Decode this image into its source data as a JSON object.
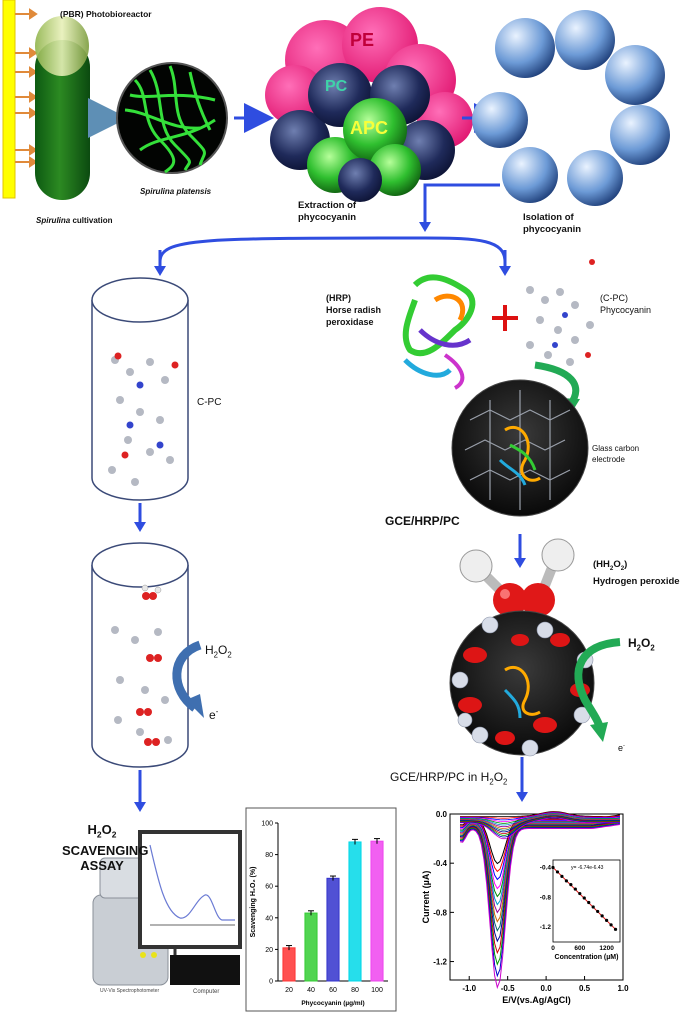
{
  "top": {
    "pbr_label_prefix": "(PBR)",
    "pbr_label_rest": " Photobioreactor",
    "spirulina_italic": "Spirulina",
    "cultivation_rest": " cultivation",
    "spirulina_platensis": "Spirulina platensis",
    "pe": "PE",
    "pc": "PC",
    "apc": "APC",
    "extraction_line1": "Extraction of",
    "extraction_line2": "phycocyanin",
    "isolation_line1": "Isolation of",
    "isolation_line2": "phycocyanin"
  },
  "left": {
    "cpc_label": "C-PC",
    "h2o2_main": "H",
    "h2o2_sub1": "2",
    "h2o2_o": "O",
    "h2o2_sub2": "2",
    "electron_e": "e",
    "electron_sup": "-",
    "scav_line1_main": "H",
    "scav_line1_sub1": "2",
    "scav_line1_o": "O",
    "scav_line1_sub2": "2",
    "scav_line2": "SCAVENGING",
    "scav_line3": "ASSAY",
    "spectro_label": "UV-Vis Spectrophotometer",
    "computer_label": "Computer"
  },
  "right": {
    "hrp_line1": "(HRP)",
    "hrp_line2": "Horse radish",
    "hrp_line3": "peroxidase",
    "cpc_line1": "(C-PC)",
    "cpc_line2": "Phycocyanin",
    "glass_line1": "Glass carbon",
    "glass_line2": "electrode",
    "gce_label": "GCE/HRP/PC",
    "h2o2_line1_open": "(H",
    "h2o2_line1_sub1": "2",
    "h2o2_line1_o": "O",
    "h2o2_line1_sub2": "2",
    "h2o2_line1_close": ")",
    "h2o2_line2": "Hydrogen peroxide",
    "h2o2_side_main": "H",
    "h2o2_side_sub1": "2",
    "h2o2_side_o": "O",
    "h2o2_side_sub2": "2",
    "electron_e": "e",
    "electron_sup": "-",
    "gce_in_prefix": "GCE/HRP/PC in H",
    "gce_in_sub1": "2",
    "gce_in_o": "O",
    "gce_in_sub2": "2"
  },
  "chart_data": [
    {
      "type": "bar",
      "categories": [
        "20",
        "40",
        "60",
        "80",
        "100"
      ],
      "values": [
        21,
        43,
        65,
        88,
        88.5
      ],
      "errors": [
        0.8,
        0.8,
        0.8,
        1.0,
        1.0
      ],
      "colors": [
        "#ff3333",
        "#33cc33",
        "#3333cc",
        "#00d8e8",
        "#ee44ee"
      ],
      "ylabel": "Scavenging H₂O₂ (%)",
      "xlabel": "Phycocyanin (µg/ml)",
      "ylim": [
        0,
        100
      ],
      "yticks": [
        "0",
        "20",
        "40",
        "60",
        "80",
        "100"
      ]
    },
    {
      "type": "line",
      "xlabel": "E/V(vs.Ag/AgCl)",
      "ylabel": "Current (µA)",
      "xlim": [
        -1.25,
        1.0
      ],
      "ylim": [
        -1.35,
        0.0
      ],
      "xticks": [
        "-1.0",
        "-0.5",
        "0.0",
        "0.5",
        "1.0"
      ],
      "yticks": [
        "0.0",
        "-0.4",
        "-0.8",
        "-1.2"
      ],
      "series_peak_currents": [
        -0.37,
        -0.43,
        -0.49,
        -0.56,
        -0.62,
        -0.68,
        -0.74,
        -0.81,
        -0.88,
        -0.96,
        -1.05,
        -1.14,
        -1.23,
        -1.32
      ],
      "series_colors": [
        "#000000",
        "#ff0000",
        "#0000ff",
        "#ff00ff",
        "#008800",
        "#0099cc",
        "#990099",
        "#cc6600",
        "#006666",
        "#000099",
        "#cc0000",
        "#009900",
        "#0000cc",
        "#cc00cc"
      ]
    },
    {
      "type": "scatter",
      "equation": "y= -6.74e-6.43",
      "xlabel": "Concentration (µM)",
      "xlim": [
        0,
        1500
      ],
      "ylim": [
        -1.4,
        -0.3
      ],
      "xticks": [
        "0",
        "600",
        "1200"
      ],
      "yticks": [
        "-0.4",
        "-0.8",
        "-1.2"
      ],
      "x": [
        0,
        100,
        200,
        300,
        400,
        500,
        600,
        700,
        800,
        900,
        1000,
        1100,
        1200,
        1300,
        1400
      ],
      "y": [
        -0.4,
        -0.46,
        -0.52,
        -0.58,
        -0.63,
        -0.69,
        -0.75,
        -0.81,
        -0.87,
        -0.93,
        -0.99,
        -1.05,
        -1.11,
        -1.17,
        -1.23
      ]
    }
  ]
}
